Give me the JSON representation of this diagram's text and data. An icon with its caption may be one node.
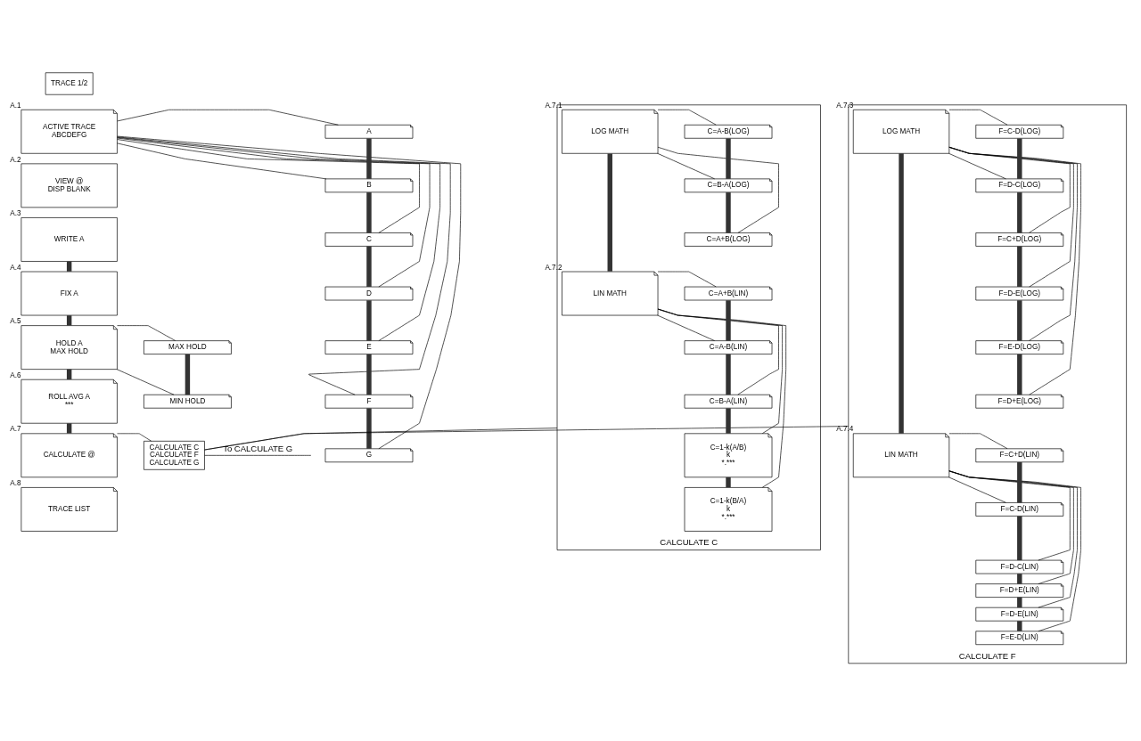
{
  "diagram": {
    "nodes": [
      {
        "text": [
          "TRACE 1/2"
        ]
      },
      {
        "text": [
          "ACTIVE TRACE",
          "ABCDEFG"
        ],
        "beside": [
          "A.1"
        ]
      },
      {
        "text": [
          "VIEW @",
          "DISP BLANK"
        ],
        "beside": [
          "A.2"
        ]
      },
      {
        "text": [
          "WRITE A"
        ],
        "beside": [
          "A.3"
        ]
      },
      {
        "text": [
          "FIX A"
        ],
        "beside": [
          "A.4"
        ]
      },
      {
        "text": [
          "HOLD A",
          "MAX HOLD"
        ],
        "beside": [
          "A.5"
        ]
      },
      {
        "text": [
          "ROLL AVG A",
          "***"
        ],
        "beside": [
          "A.6"
        ]
      },
      {
        "text": [
          "CALCULATE @"
        ],
        "beside": [
          "A.7"
        ]
      },
      {
        "text": [
          "TRACE LIST"
        ],
        "beside": [
          "A.8"
        ]
      },
      {
        "text": [
          "A"
        ]
      },
      {
        "text": [
          "B"
        ]
      },
      {
        "text": [
          "C"
        ]
      },
      {
        "text": [
          "D"
        ]
      },
      {
        "text": [
          "E"
        ]
      },
      {
        "text": [
          "F"
        ]
      },
      {
        "text": [
          "G"
        ]
      },
      {
        "text": [
          "MAX HOLD"
        ]
      },
      {
        "text": [
          "MIN HOLD"
        ]
      },
      {
        "text": [
          "CALCULATE C",
          "CALCULATE F",
          "CALCULATE G"
        ]
      },
      {
        "text": [
          "CALCULATE C"
        ]
      },
      {
        "text": [
          "LOG MATH"
        ],
        "beside": [
          "A.7.1"
        ],
        "in": 19
      },
      {
        "text": [
          "LIN MATH"
        ],
        "beside": [
          "A.7.2"
        ],
        "in": 19
      },
      {
        "text": [
          "C=A-B(LOG)"
        ],
        "in": 19
      },
      {
        "text": [
          "C=B-A(LOG)"
        ],
        "in": 19
      },
      {
        "text": [
          "C=A+B(LOG)"
        ],
        "in": 19
      },
      {
        "text": [
          "C=A+B(LIN)"
        ],
        "in": 19
      },
      {
        "text": [
          "C=A-B(LIN)"
        ],
        "in": 19
      },
      {
        "text": [
          "C=B-A(LIN)"
        ],
        "in": 19
      },
      {
        "text": [
          "C=1-k(A/B)",
          "k",
          "*.***"
        ],
        "in": 19
      },
      {
        "text": [
          "C=1-k(B/A)",
          "k",
          "*.***"
        ],
        "in": 19
      },
      {
        "text": [
          "CALCULATE F"
        ]
      },
      {
        "text": [
          "LOG MATH"
        ],
        "beside": [
          "A.7.3"
        ],
        "in": 30
      },
      {
        "text": [
          "LIN MATH"
        ],
        "beside": [
          "A.7.4"
        ],
        "in": 30
      },
      {
        "text": [
          "F=C-D(LOG)"
        ],
        "in": 30
      },
      {
        "text": [
          "F=D-C(LOG)"
        ],
        "in": 30
      },
      {
        "text": [
          "F=C+D(LOG)"
        ],
        "in": 30
      },
      {
        "text": [
          "F=D-E(LOG)"
        ],
        "in": 30
      },
      {
        "text": [
          "F=E-D(LOG)"
        ],
        "in": 30
      },
      {
        "text": [
          "F=D+E(LOG)"
        ],
        "in": 30
      },
      {
        "text": [
          "F=C+D(LIN)"
        ],
        "in": 30
      },
      {
        "text": [
          "F=C-D(LIN)"
        ],
        "in": 30
      },
      {
        "text": [
          "F=D-C(LIN)"
        ],
        "in": 30
      },
      {
        "text": [
          "F=D+E(LIN)"
        ],
        "in": 30
      },
      {
        "text": [
          "F=D-E(LIN)"
        ],
        "in": 30
      },
      {
        "text": [
          "F=E-D(LIN)"
        ],
        "in": 30
      }
    ],
    "edges": [
      {
        "from": 3,
        "to": 4,
        "arrow": "none",
        "style": "thick"
      },
      {
        "from": 4,
        "to": 5,
        "arrow": "none",
        "style": "thick"
      },
      {
        "from": 5,
        "to": 6,
        "arrow": "none",
        "style": "thick"
      },
      {
        "from": 6,
        "to": 7,
        "arrow": "none",
        "style": "thick"
      },
      {
        "from": 1,
        "to": 9,
        "arrow": "none"
      },
      {
        "from": 1,
        "to": 10,
        "arrow": "none"
      },
      {
        "from": 1,
        "to": 11,
        "arrow": "none"
      },
      {
        "from": 1,
        "to": 12,
        "arrow": "none"
      },
      {
        "from": 1,
        "to": 13,
        "arrow": "none"
      },
      {
        "from": 1,
        "to": 14,
        "arrow": "none"
      },
      {
        "from": 1,
        "to": 15,
        "arrow": "none"
      },
      {
        "from": 9,
        "to": 10,
        "arrow": "none",
        "style": "thick"
      },
      {
        "from": 10,
        "to": 11,
        "arrow": "none",
        "style": "thick"
      },
      {
        "from": 11,
        "to": 12,
        "arrow": "none",
        "style": "thick"
      },
      {
        "from": 12,
        "to": 13,
        "arrow": "none",
        "style": "thick"
      },
      {
        "from": 13,
        "to": 14,
        "arrow": "none",
        "style": "thick"
      },
      {
        "from": 14,
        "to": 15,
        "arrow": "none",
        "style": "thick"
      },
      {
        "from": 5,
        "to": 16,
        "arrow": "none"
      },
      {
        "from": 5,
        "to": 17,
        "arrow": "none"
      },
      {
        "from": 16,
        "to": 17,
        "arrow": "none",
        "style": "thick"
      },
      {
        "from": 7,
        "to": 18,
        "arrow": "none"
      },
      {
        "from": 18,
        "to": 19,
        "arrow": "none"
      },
      {
        "from": 18,
        "to": 30,
        "arrow": "none"
      },
      {
        "from": 18,
        "to": null,
        "arrow": "none",
        "label": "To CALCULATE G"
      },
      {
        "from": 20,
        "to": 21,
        "arrow": "none",
        "style": "thick"
      },
      {
        "from": 20,
        "to": 22,
        "arrow": "none"
      },
      {
        "from": 20,
        "to": 23,
        "arrow": "none"
      },
      {
        "from": 20,
        "to": 24,
        "arrow": "none"
      },
      {
        "from": 22,
        "to": 23,
        "arrow": "none",
        "style": "thick"
      },
      {
        "from": 23,
        "to": 24,
        "arrow": "none",
        "style": "thick"
      },
      {
        "from": 21,
        "to": 25,
        "arrow": "none"
      },
      {
        "from": 21,
        "to": 26,
        "arrow": "none"
      },
      {
        "from": 21,
        "to": 27,
        "arrow": "none"
      },
      {
        "from": 21,
        "to": 28,
        "arrow": "none"
      },
      {
        "from": 21,
        "to": 29,
        "arrow": "none"
      },
      {
        "from": 25,
        "to": 26,
        "arrow": "none",
        "style": "thick"
      },
      {
        "from": 26,
        "to": 27,
        "arrow": "none",
        "style": "thick"
      },
      {
        "from": 27,
        "to": 28,
        "arrow": "none",
        "style": "thick"
      },
      {
        "from": 28,
        "to": 29,
        "arrow": "none",
        "style": "thick"
      },
      {
        "from": 31,
        "to": 32,
        "arrow": "none",
        "style": "thick"
      },
      {
        "from": 31,
        "to": 33,
        "arrow": "none"
      },
      {
        "from": 31,
        "to": 34,
        "arrow": "none"
      },
      {
        "from": 31,
        "to": 35,
        "arrow": "none"
      },
      {
        "from": 31,
        "to": 36,
        "arrow": "none"
      },
      {
        "from": 31,
        "to": 37,
        "arrow": "none"
      },
      {
        "from": 31,
        "to": 38,
        "arrow": "none"
      },
      {
        "from": 33,
        "to": 34,
        "arrow": "none",
        "style": "thick"
      },
      {
        "from": 34,
        "to": 35,
        "arrow": "none",
        "style": "thick"
      },
      {
        "from": 35,
        "to": 36,
        "arrow": "none",
        "style": "thick"
      },
      {
        "from": 36,
        "to": 37,
        "arrow": "none",
        "style": "thick"
      },
      {
        "from": 37,
        "to": 38,
        "arrow": "none",
        "style": "thick"
      },
      {
        "from": 32,
        "to": 39,
        "arrow": "none"
      },
      {
        "from": 32,
        "to": 40,
        "arrow": "none"
      },
      {
        "from": 32,
        "to": 41,
        "arrow": "none"
      },
      {
        "from": 32,
        "to": 42,
        "arrow": "none"
      },
      {
        "from": 32,
        "to": 43,
        "arrow": "none"
      },
      {
        "from": 32,
        "to": 44,
        "arrow": "none"
      },
      {
        "from": 39,
        "to": 40,
        "arrow": "none",
        "style": "thick"
      },
      {
        "from": 40,
        "to": 41,
        "arrow": "none",
        "style": "thick"
      },
      {
        "from": 41,
        "to": 42,
        "arrow": "none",
        "style": "thick"
      },
      {
        "from": 42,
        "to": 43,
        "arrow": "none",
        "style": "thick"
      },
      {
        "from": 43,
        "to": 44,
        "arrow": "none",
        "style": "thick"
      }
    ]
  }
}
